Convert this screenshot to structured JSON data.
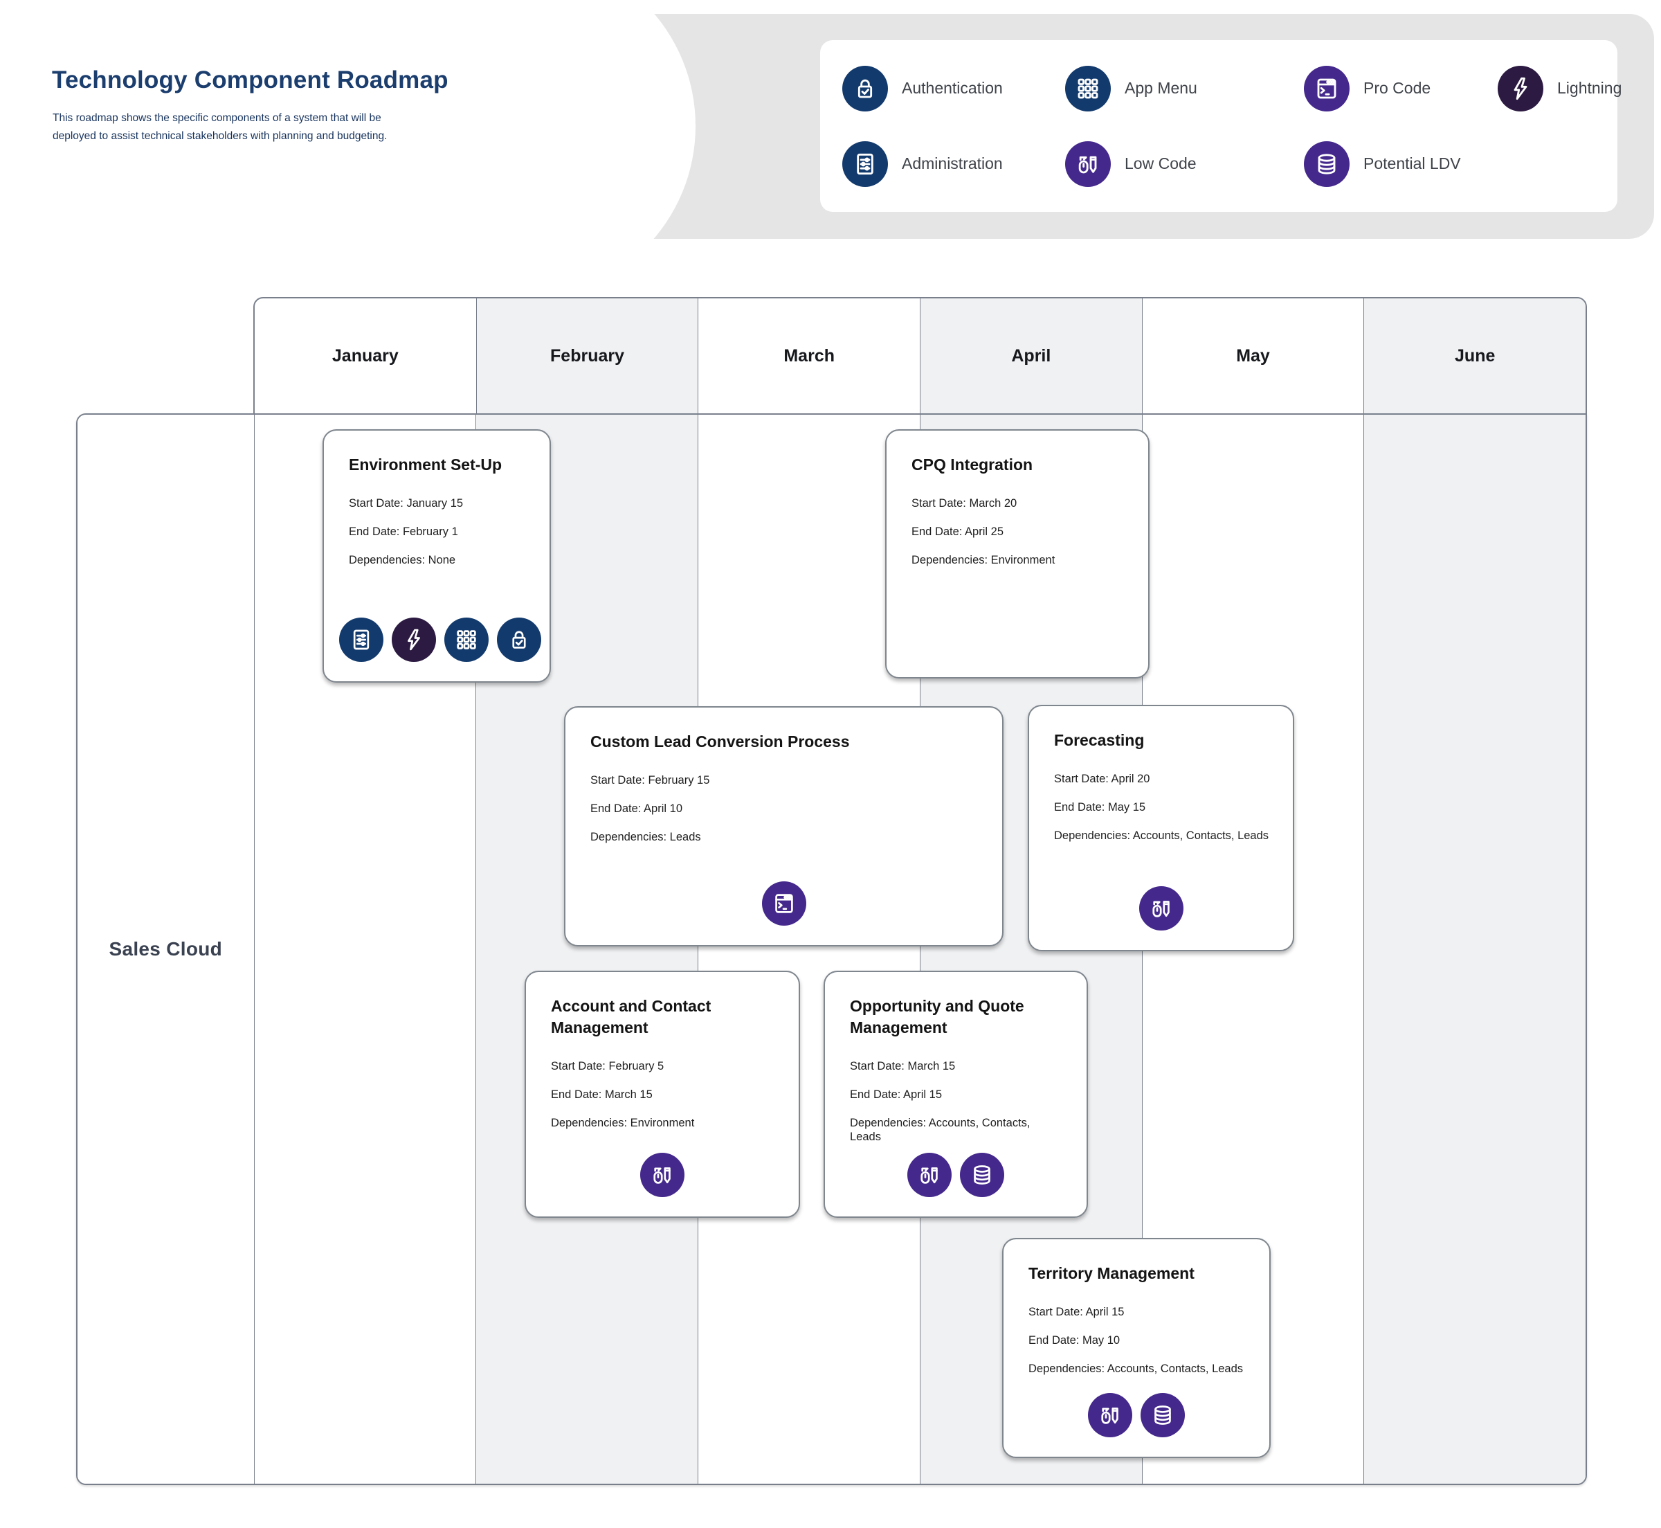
{
  "header": {
    "title": "Technology Component Roadmap",
    "description": "This  roadmap shows the specific components of a system that will be deployed to assist technical stakeholders with planning and budgeting."
  },
  "legend": {
    "items": [
      {
        "label": "Authentication",
        "icon": "authentication-icon",
        "color": "#133a6d"
      },
      {
        "label": "App Menu",
        "icon": "app-menu-icon",
        "color": "#133a6d"
      },
      {
        "label": "Pro Code",
        "icon": "pro-code-icon",
        "color": "#44288c"
      },
      {
        "label": "Lightning",
        "icon": "lightning-icon",
        "color": "#2c1a42"
      },
      {
        "label": "Administration",
        "icon": "administration-icon",
        "color": "#133a6d"
      },
      {
        "label": "Low Code",
        "icon": "low-code-icon",
        "color": "#44288c"
      },
      {
        "label": "Potential LDV",
        "icon": "potential-ldv-icon",
        "color": "#44288c"
      }
    ]
  },
  "timeline": {
    "months": [
      "January",
      "February",
      "March",
      "April",
      "May",
      "June"
    ]
  },
  "grid": {
    "row_label": "Sales Cloud"
  },
  "cards": [
    {
      "title": "Environment Set-Up",
      "start": "Start Date: January 15",
      "end": "End Date:  February 1",
      "dependencies": "Dependencies: None",
      "icons": [
        "administration",
        "lightning",
        "app-menu",
        "authentication"
      ]
    },
    {
      "title": "CPQ Integration",
      "start": "Start Date: March 20",
      "end": "End Date: April 25",
      "dependencies": "Dependencies: Environment",
      "icons": []
    },
    {
      "title": "Custom Lead Conversion Process",
      "start": "Start Date: February 15",
      "end": "End Date:  April 10",
      "dependencies": "Dependencies: Leads",
      "icons": [
        "pro-code"
      ]
    },
    {
      "title": "Forecasting",
      "start": "Start Date: April 20",
      "end": "End Date: May 15",
      "dependencies": "Dependencies: Accounts, Contacts, Leads",
      "icons": [
        "low-code"
      ]
    },
    {
      "title": "Account and Contact Management",
      "start": "Start Date: February 5",
      "end": "End Date: March 15",
      "dependencies": "Dependencies:  Environment",
      "icons": [
        "low-code"
      ]
    },
    {
      "title": "Opportunity and Quote Management",
      "start": "Start Date: March 15",
      "end": "End Date: April 15",
      "dependencies": "Dependencies: Accounts, Contacts, Leads",
      "icons": [
        "low-code",
        "potential-ldv"
      ]
    },
    {
      "title": "Territory Management",
      "start": "Start Date: April 15",
      "end": "End Date: May 10",
      "dependencies": "Dependencies: Accounts, Contacts, Leads",
      "icons": [
        "low-code",
        "potential-ldv"
      ]
    }
  ],
  "colors": {
    "accent_navy": "#133a6d",
    "accent_purple": "#44288c",
    "accent_dark_purple": "#2c1a42",
    "title_text": "#1b3e6e",
    "grid_line": "#79808c",
    "column_stripe": "#f0f1f3",
    "band_gray": "#e5e5e6"
  }
}
